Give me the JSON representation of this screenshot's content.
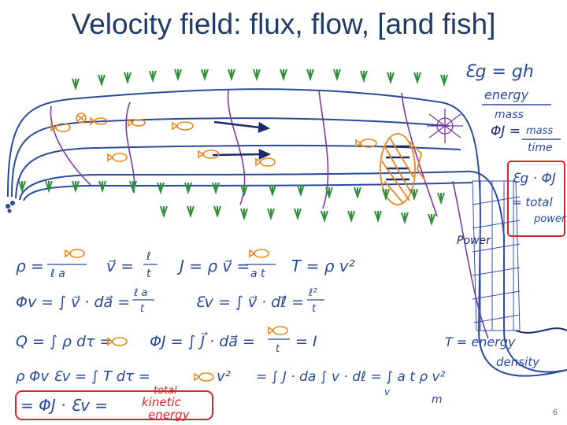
{
  "slide": {
    "title": "Velocity field: flux, flow, [and fish]",
    "page_number": "6"
  },
  "annotations": {
    "eg": "Ɛg = gh",
    "energy": "energy",
    "mass": "mass",
    "phi_j": "ΦJ =",
    "mass2": "mass",
    "time": "time",
    "power_eq": "Ɛg · ΦJ",
    "total": "= total",
    "power": "power",
    "power_label": "Power",
    "t_density1": "T = energy",
    "t_density2": "density",
    "total_ke1": "total",
    "total_ke2": "kinetic",
    "total_ke3": "energy"
  },
  "equations": {
    "rho": "ρ = ",
    "rho_den": "ℓ a",
    "v": "v⃗ = ",
    "v_num": "ℓ",
    "v_den": "t",
    "j": "J = ρ v⃗ = ",
    "j_den": "a t",
    "t": "T = ρ v²",
    "phi_v": "Φv = ∫ v⃗ · da⃗ = ",
    "phi_v_num": "ℓ a",
    "phi_v_den": "t",
    "eps_v": "Ɛv = ∫ v⃗ · dℓ⃗ = ",
    "eps_v_num": "ℓ²",
    "eps_v_den": "t",
    "q": "Q = ∫ ρ dτ = ",
    "phi_j": "ΦJ = ∫ J⃗ · da⃗ = ",
    "phi_j_den": "t",
    "eq_i": "= I",
    "rho_phi": "ρ Φv Ɛv = ∫ T dτ = ",
    "v2": "v²",
    "int_j": "= ∫ J · da ∫ v · dℓ = ∫ a t ρ v²",
    "int_v": "v",
    "int_m": "m",
    "bottom": "= ΦJ · Ɛv = "
  },
  "colors": {
    "title": "#1f3b66",
    "ink_blue": "#2b4a9a",
    "ink_navy": "#1a2a6c",
    "purple": "#7a3aa0",
    "green": "#2f8f3a",
    "orange": "#e8871e",
    "red": "#d8252a"
  }
}
